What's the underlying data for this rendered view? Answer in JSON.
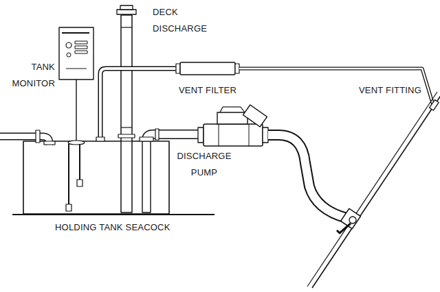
{
  "diagram": {
    "labels": [
      "DECK DISCHARGE",
      "TANK MONITOR",
      "VENT FILTER",
      "VENT FITTING",
      "DISCHARGE PUMP",
      "HOLDING TANK SEACOCK"
    ]
  }
}
